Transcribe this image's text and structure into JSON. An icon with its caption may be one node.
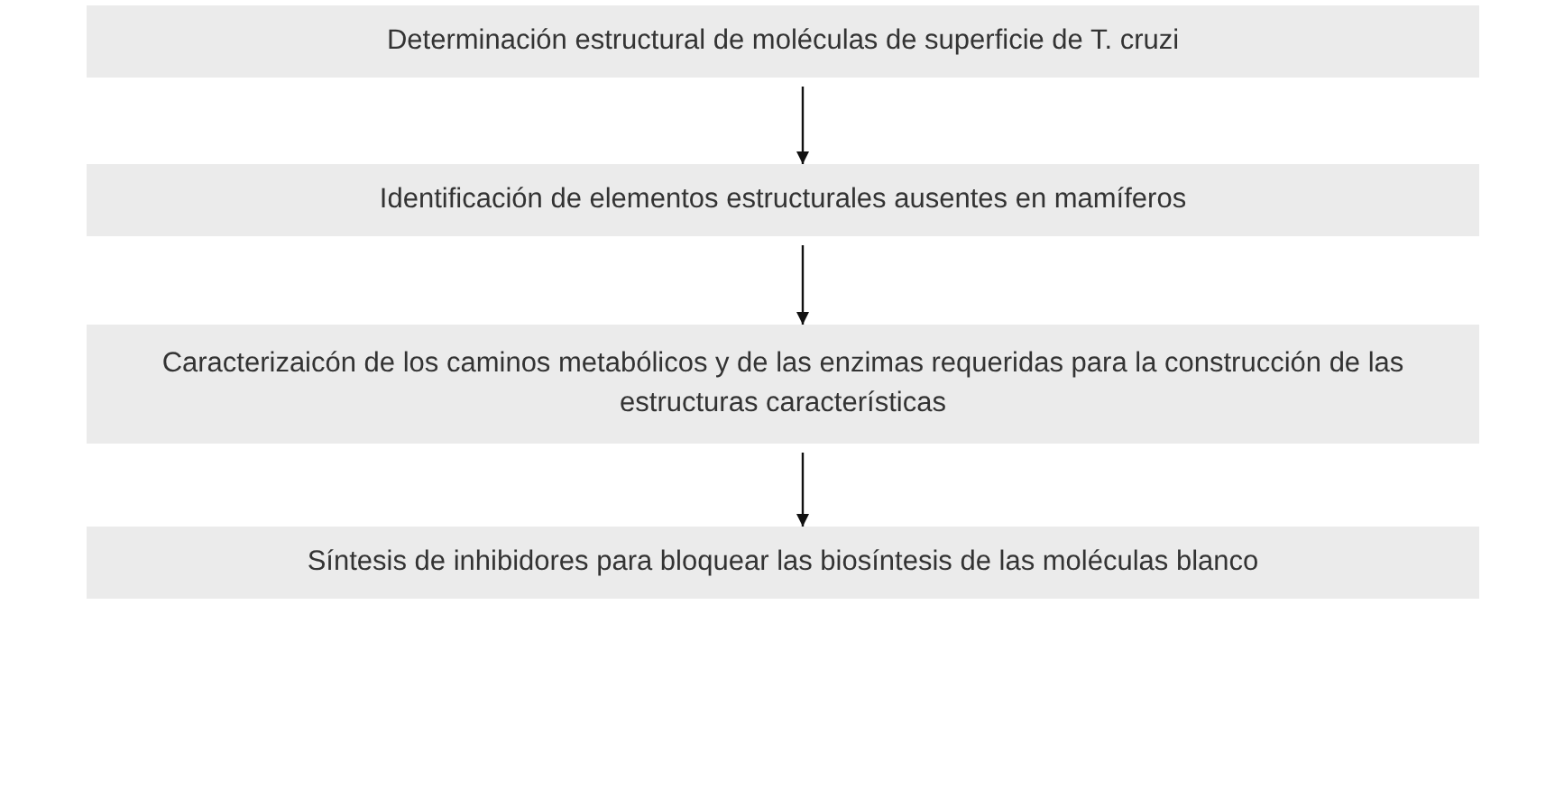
{
  "diagram": {
    "nodes": [
      {
        "text": [
          "Determinación estructural de moléculas de superficie de T. cruzi"
        ]
      },
      {
        "text": [
          "Identificación de elementos estructurales ausentes en mamíferos"
        ]
      },
      {
        "text": [
          "Caracterizaicón de los caminos metabólicos y de las enzimas requeridas para la construcción de las estructuras características"
        ]
      },
      {
        "text": [
          "Síntesis de inhibidores para bloquear las biosíntesis de las moléculas blanco"
        ]
      }
    ],
    "edges": [
      {
        "from": 0,
        "to": 1,
        "arrow": "to"
      },
      {
        "from": 1,
        "to": 2,
        "arrow": "to"
      },
      {
        "from": 2,
        "to": 3,
        "arrow": "to"
      }
    ]
  }
}
